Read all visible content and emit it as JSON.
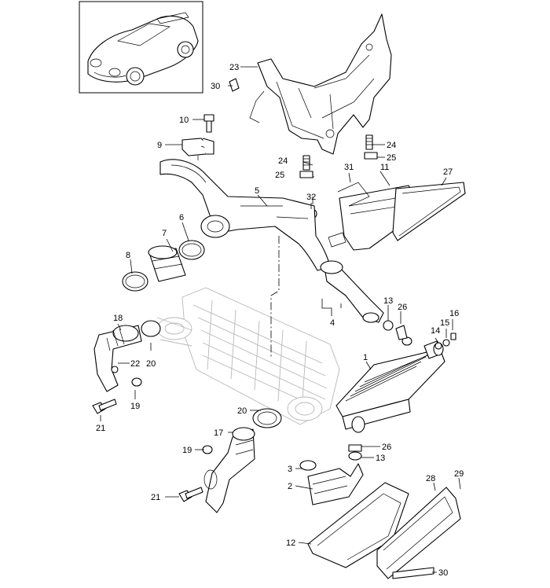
{
  "labels": {
    "l1": "1",
    "l2": "2",
    "l3": "3",
    "l4": "4",
    "l5": "5",
    "l6": "6",
    "l7": "7",
    "l8": "8",
    "l9": "9",
    "l10": "10",
    "l11": "11",
    "l12": "12",
    "l13a": "13",
    "l13b": "13",
    "l14": "14",
    "l15": "15",
    "l16": "16",
    "l17": "17",
    "l18": "18",
    "l19a": "19",
    "l19b": "19",
    "l20a": "20",
    "l20b": "20",
    "l21a": "21",
    "l21b": "21",
    "l22": "22",
    "l23": "23",
    "l24a": "24",
    "l24b": "24",
    "l25a": "25",
    "l25b": "25",
    "l26a": "26",
    "l26b": "26",
    "l27": "27",
    "l28": "28",
    "l29": "29",
    "l30a": "30",
    "l30b": "30",
    "l31": "31",
    "l32": "32"
  },
  "icons": {
    "thumbnail": "car-thumbnail-icon"
  },
  "colors": {
    "line": "#000000",
    "ghost": "#b8b8b8",
    "background": "#ffffff"
  }
}
